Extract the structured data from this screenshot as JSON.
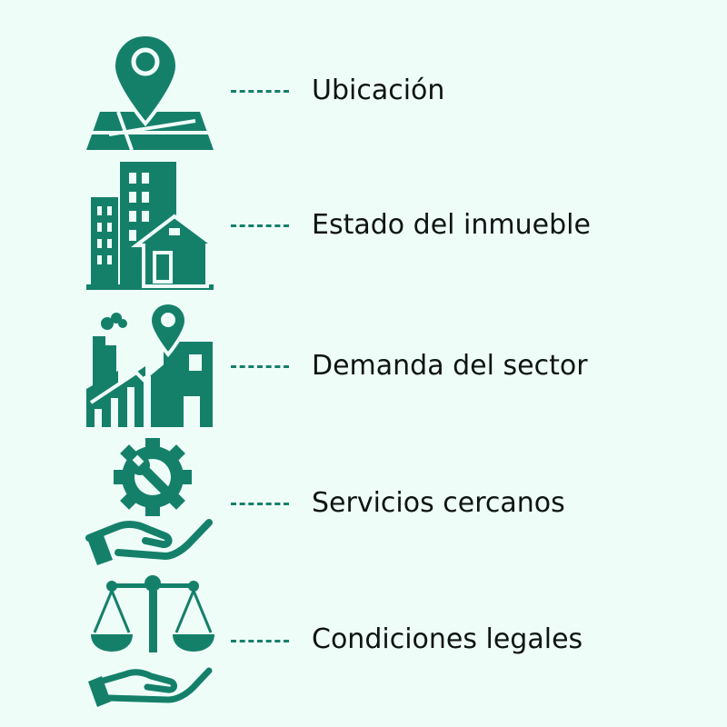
{
  "colors": {
    "background": "#effdf9",
    "icon": "#15806a",
    "text": "#0e1412"
  },
  "items": [
    {
      "icon": "map-pin-icon",
      "label": "Ubicación"
    },
    {
      "icon": "buildings-icon",
      "label": "Estado del inmueble"
    },
    {
      "icon": "factory-location-icon",
      "label": "Demanda del sector"
    },
    {
      "icon": "gear-wrench-hand-icon",
      "label": "Servicios cercanos"
    },
    {
      "icon": "scales-hand-icon",
      "label": "Condiciones legales"
    }
  ]
}
